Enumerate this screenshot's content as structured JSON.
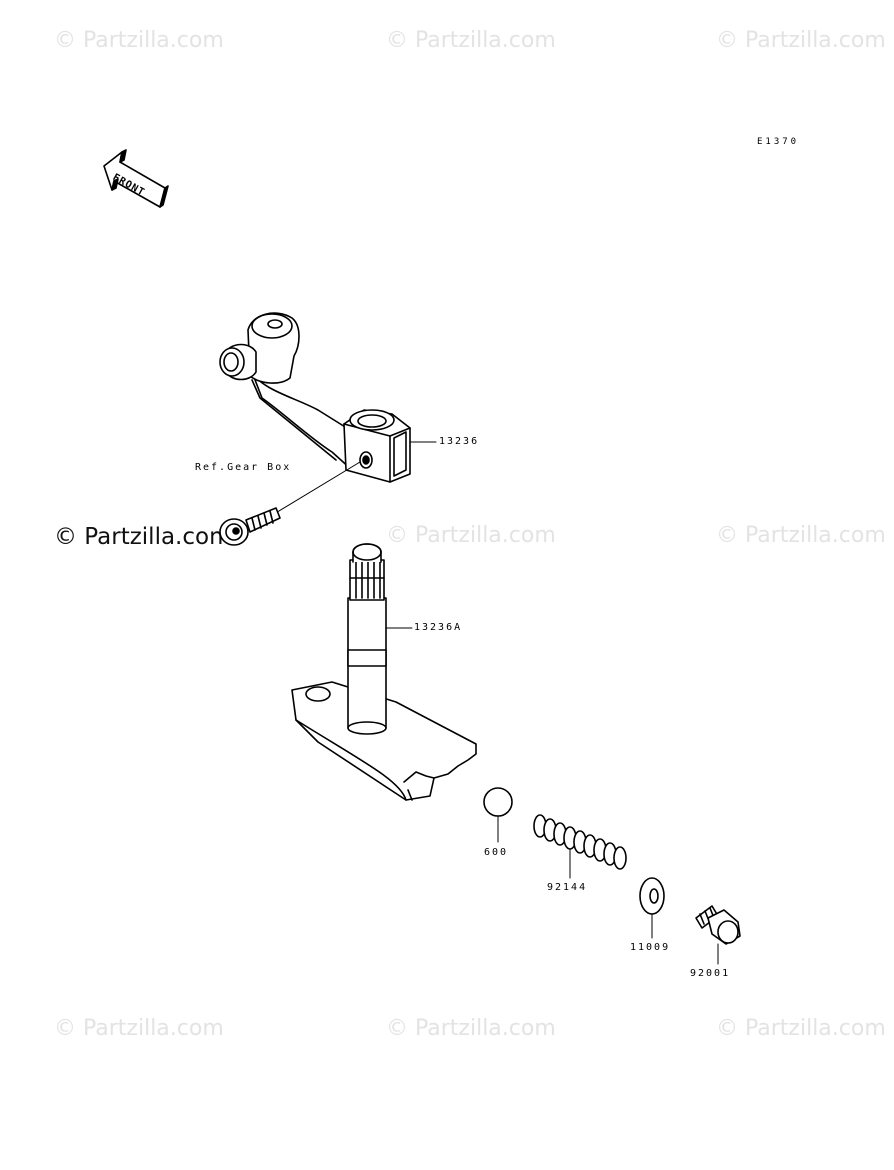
{
  "watermarks": [
    "© Partzilla.com",
    "© Partzilla.com",
    "© Partzilla.com",
    "© Partzilla.com",
    "© Partzilla.com",
    "© Partzilla.com",
    "© Partzilla.com",
    "© Partzilla.com",
    "© Partzilla.com"
  ],
  "watermark_strong": "© Partzilla.com",
  "diagram_code": "E1370",
  "front_arrow_text": "FRONT",
  "ref_note": "Ref.Gear Box",
  "parts": [
    {
      "number": "13236"
    },
    {
      "number": "13236A"
    },
    {
      "number": "600"
    },
    {
      "number": "92144"
    },
    {
      "number": "11009"
    },
    {
      "number": "92001"
    }
  ]
}
